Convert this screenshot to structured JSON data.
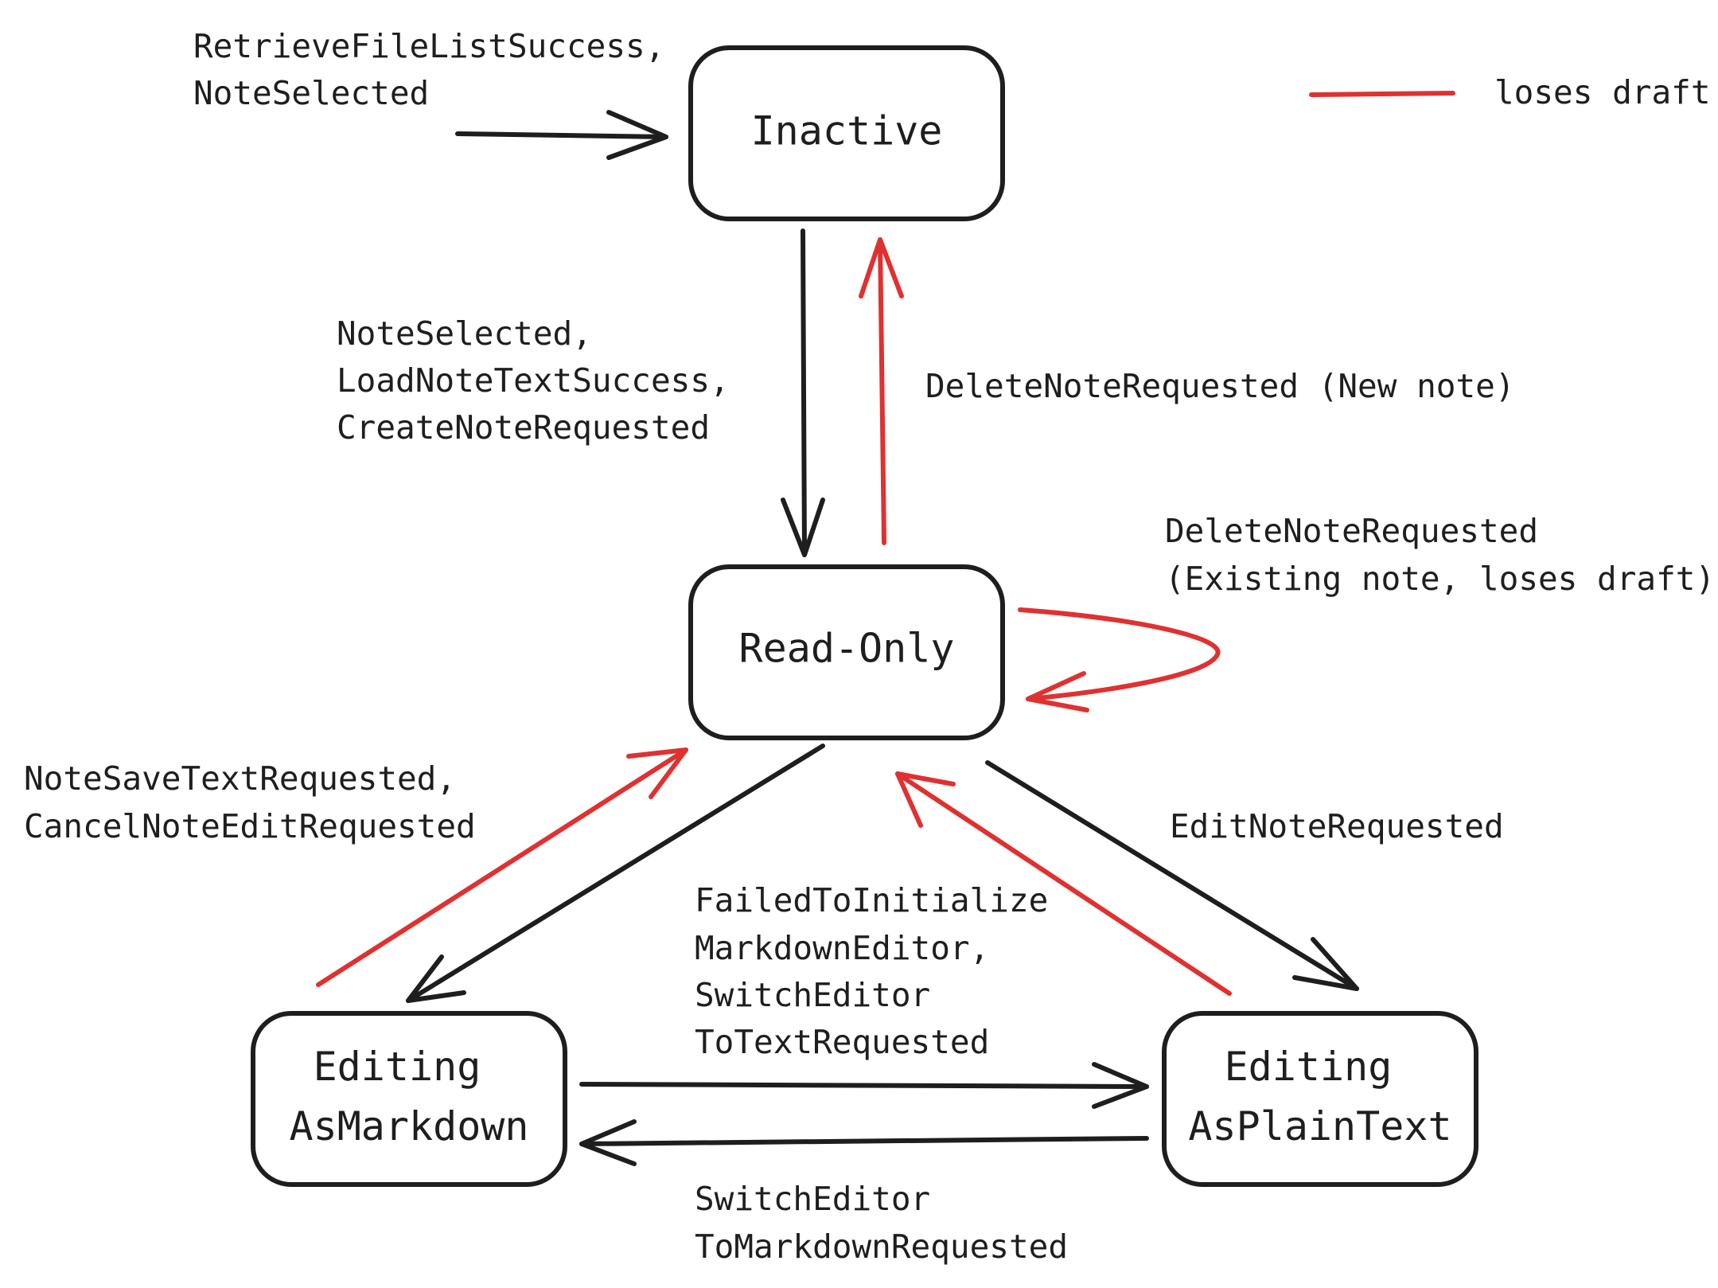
{
  "colors": {
    "ink": "#1e1e1e",
    "red": "#e03131",
    "background": "#ffffff"
  },
  "legend": {
    "label": "loses draft"
  },
  "states": {
    "inactive": {
      "line1": "Inactive"
    },
    "read_only": {
      "line1": "Read-Only"
    },
    "editing_markdown": {
      "line1": "Editing",
      "line2": "AsMarkdown"
    },
    "editing_plaintext": {
      "line1": "Editing",
      "line2": "AsPlainText"
    }
  },
  "transitions": {
    "entry": {
      "color": "black",
      "lines": [
        "RetrieveFileListSuccess,",
        "NoteSelected"
      ]
    },
    "inactive_to_readonly": {
      "color": "black",
      "lines": [
        "NoteSelected,",
        "LoadNoteTextSuccess,",
        "CreateNoteRequested"
      ]
    },
    "readonly_to_inactive": {
      "color": "red",
      "lines": [
        "DeleteNoteRequested (New note)"
      ]
    },
    "readonly_self": {
      "color": "red",
      "lines": [
        "DeleteNoteRequested",
        "(Existing note, loses draft)"
      ]
    },
    "markdown_to_readonly": {
      "color": "red",
      "lines": [
        "NoteSaveTextRequested,",
        "CancelNoteEditRequested"
      ]
    },
    "readonly_to_plaintext": {
      "color": "black",
      "lines": [
        "EditNoteRequested"
      ]
    },
    "markdown_to_plaintext": {
      "color": "black",
      "lines": [
        "FailedToInitialize",
        "MarkdownEditor,",
        "SwitchEditor",
        "ToTextRequested"
      ]
    },
    "plaintext_to_markdown": {
      "color": "black",
      "lines": [
        "SwitchEditor",
        "ToMarkdownRequested"
      ]
    }
  }
}
